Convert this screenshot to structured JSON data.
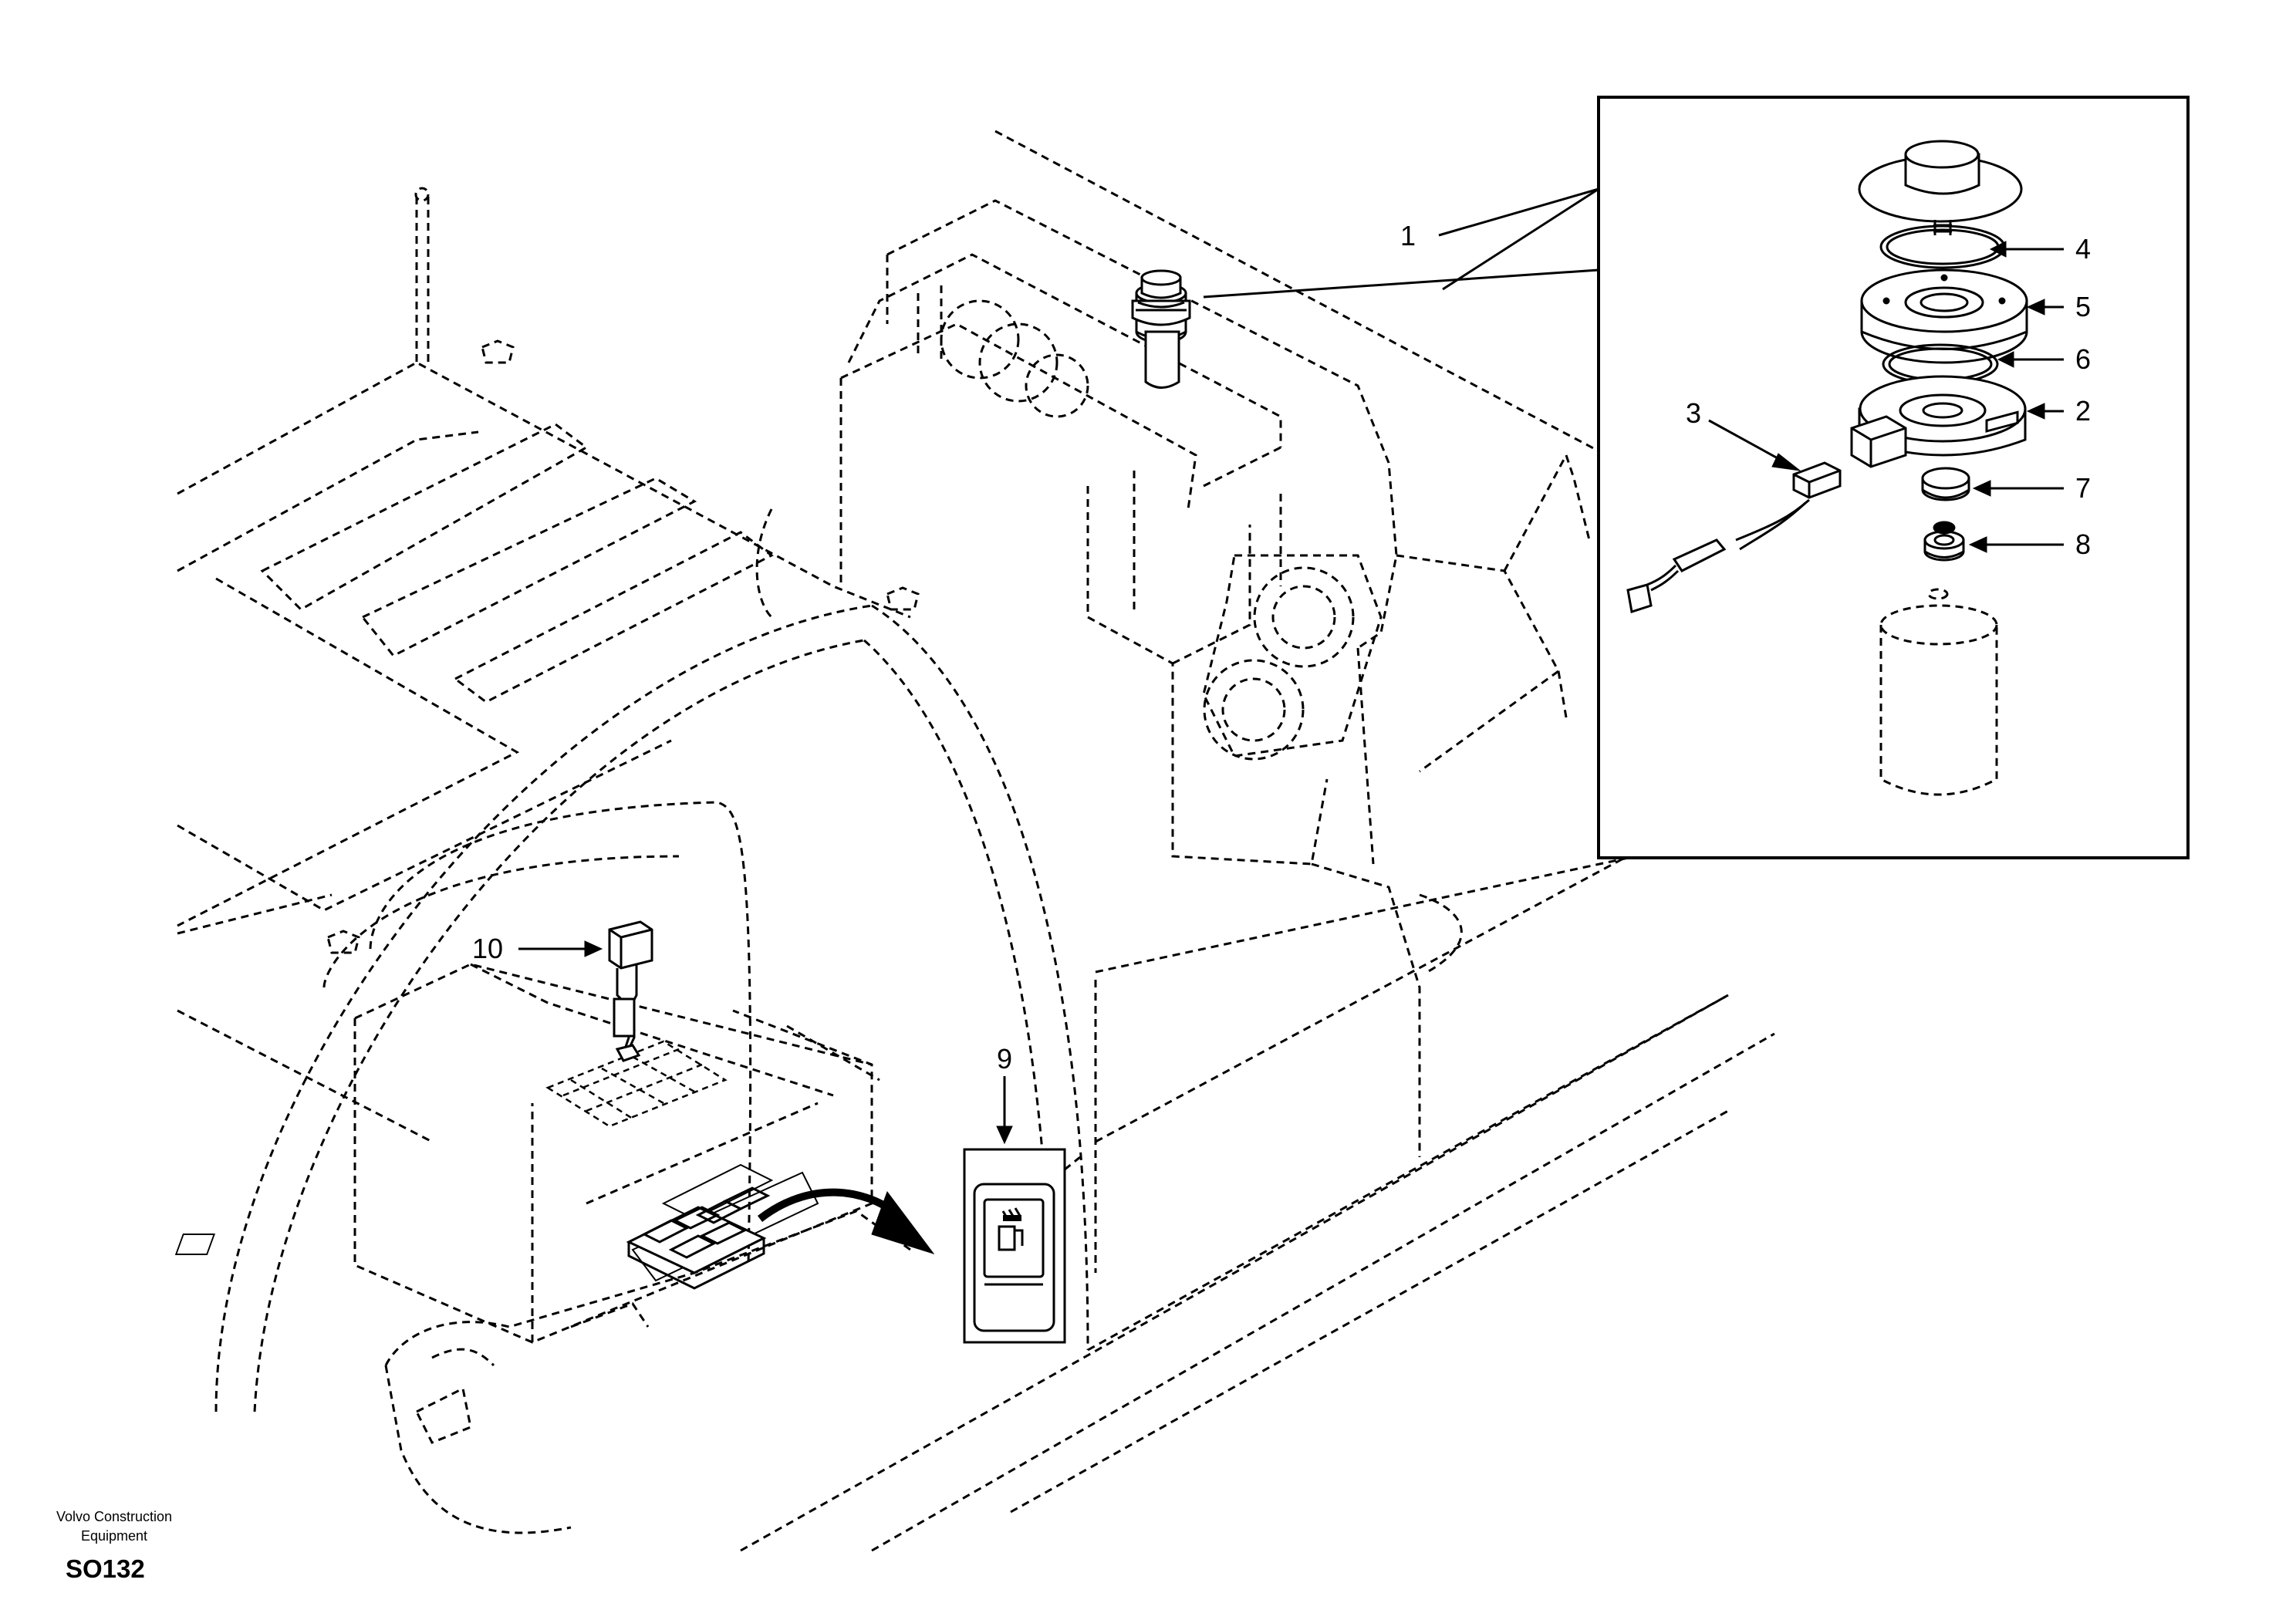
{
  "callouts": [
    {
      "id": "1",
      "label": "1"
    },
    {
      "id": "2",
      "label": "2"
    },
    {
      "id": "3",
      "label": "3"
    },
    {
      "id": "4",
      "label": "4"
    },
    {
      "id": "5",
      "label": "5"
    },
    {
      "id": "6",
      "label": "6"
    },
    {
      "id": "7",
      "label": "7"
    },
    {
      "id": "8",
      "label": "8"
    },
    {
      "id": "9",
      "label": "9"
    },
    {
      "id": "10",
      "label": "10"
    }
  ],
  "footer": {
    "company_line1": "Volvo Construction",
    "company_line2": "Equipment",
    "figure_code": "SO132"
  }
}
